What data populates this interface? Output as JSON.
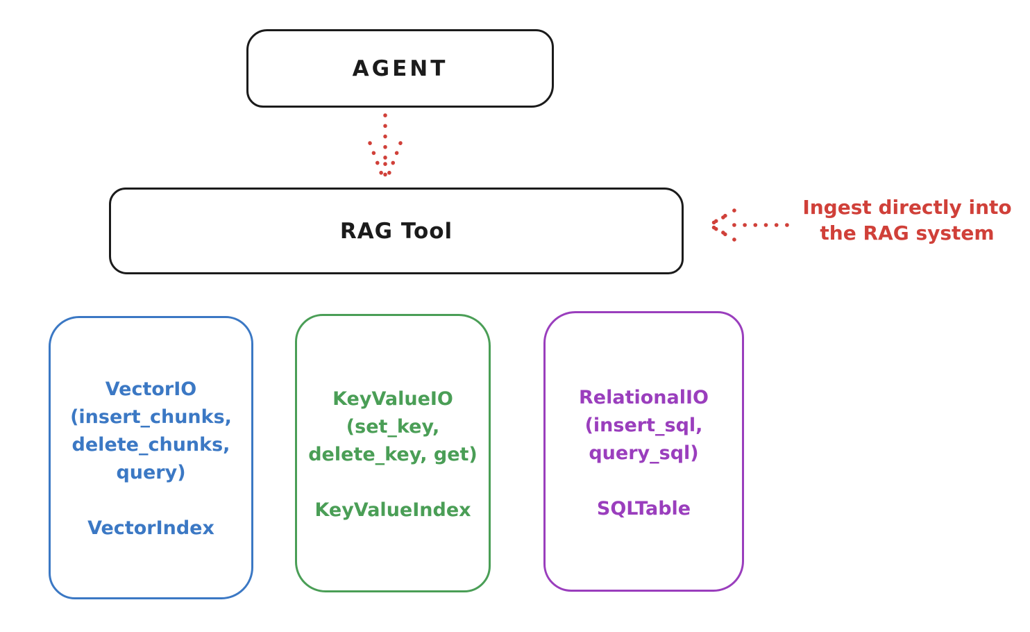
{
  "diagram": {
    "colors": {
      "stroke": "#1b1b1b",
      "red": "#d04039",
      "blue": "#3b78c4",
      "green": "#4a9e56",
      "purple": "#9a3ebd"
    },
    "agent_box": {
      "label": "AGENT"
    },
    "rag_tool_box": {
      "label": "RAG Tool"
    },
    "annotation": {
      "line1": "Ingest directly into",
      "line2": "the RAG system"
    },
    "arrows": {
      "agent_to_rag": "dotted-down-arrow",
      "ingest": "dotted-left-arrow"
    },
    "io_boxes": [
      {
        "name": "vector-io",
        "color": "#3b78c4",
        "lines": [
          "VectorIO",
          "(insert_chunks,",
          "delete_chunks,",
          "query)"
        ],
        "index_label": "VectorIndex"
      },
      {
        "name": "keyvalue-io",
        "color": "#4a9e56",
        "lines": [
          "KeyValueIO",
          "(set_key,",
          "delete_key, get)"
        ],
        "index_label": "KeyValueIndex"
      },
      {
        "name": "relational-io",
        "color": "#9a3ebd",
        "lines": [
          "RelationalIO",
          "(insert_sql,",
          "query_sql)"
        ],
        "index_label": "SQLTable"
      }
    ]
  }
}
